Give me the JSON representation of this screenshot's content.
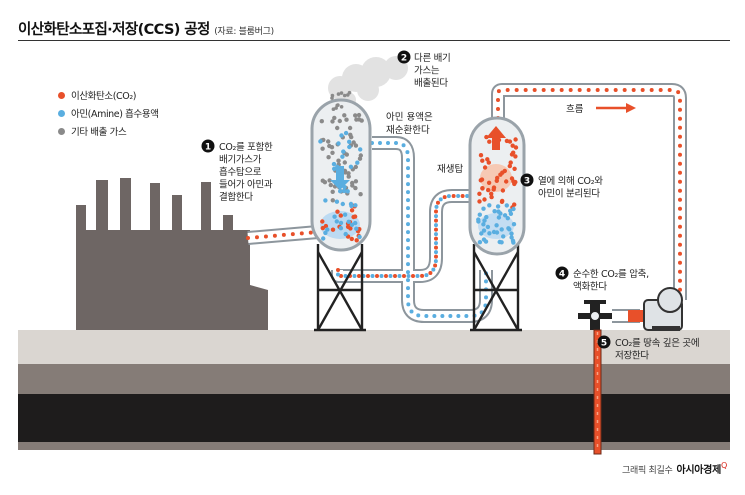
{
  "title": "이산화탄소포집·저장(CCS) 공정",
  "source": "(자료: 블룸버그)",
  "legend": [
    {
      "label": "이산화탄소(CO₂)",
      "color": "#e8502a"
    },
    {
      "label": "아민(Amine) 흡수용액",
      "color": "#5aaee0"
    },
    {
      "label": "기타 배출 가스",
      "color": "#8a8a8a"
    }
  ],
  "steps": [
    {
      "num": "1",
      "lines": [
        "CO₂를 포함한",
        "배기가스가",
        "흡수탑으로",
        "들어가 아민과",
        "결합한다"
      ]
    },
    {
      "num": "2",
      "lines": [
        "다른 배기",
        "가스는",
        "배출된다"
      ]
    },
    {
      "num": "3",
      "lines": [
        "열에 의해 CO₂와",
        "아민이 분리된다"
      ]
    },
    {
      "num": "4",
      "lines": [
        "순수한 CO₂를 압축,",
        "액화한다"
      ]
    },
    {
      "num": "5",
      "lines": [
        "CO₂를 땅속 깊은 곳에",
        "저장한다"
      ]
    }
  ],
  "labels": {
    "amine_recycle": [
      "아민 용액은",
      "재순환한다"
    ],
    "regen": "재생탑",
    "flow": "흐름"
  },
  "credit": {
    "artist": "그래픽 최길수",
    "logo": "아시아경제"
  },
  "colors": {
    "co2": "#e8502a",
    "amine": "#5aaee0",
    "gas": "#8a8a8a",
    "factory": "#6e6664",
    "ground_top": "#dad6d1",
    "ground_mid": "#857c77",
    "ground_dark": "#1e1c1c"
  }
}
